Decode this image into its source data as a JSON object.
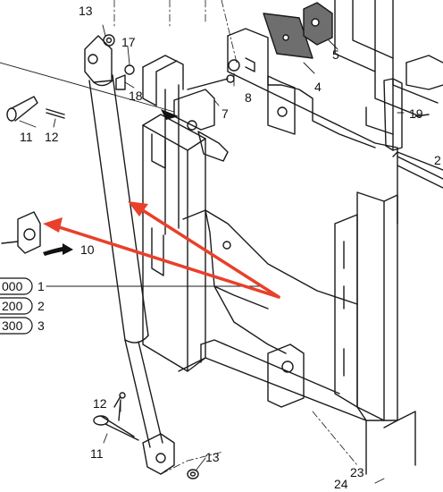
{
  "callouts": {
    "c13_top": "13",
    "c17": "17",
    "c18": "18",
    "c5": "5",
    "c4": "4",
    "c8": "8",
    "c7": "7",
    "c19": "19",
    "c2_right": "2",
    "c11_top": "11",
    "c12_top": "12",
    "c10": "10",
    "c1": "1",
    "c2": "2",
    "c3": "3",
    "c12_bottom": "12",
    "c11_bottom": "11",
    "c13_bottom": "13",
    "c23": "23",
    "c24": "24"
  },
  "legend": {
    "pill1": "000",
    "pill2": "200",
    "pill3": "300"
  },
  "colors": {
    "line": "#1a1a1a",
    "arrow_red": "#e8402a",
    "pad_fill": "#6e6e6e",
    "black_arrow": "#111111"
  }
}
